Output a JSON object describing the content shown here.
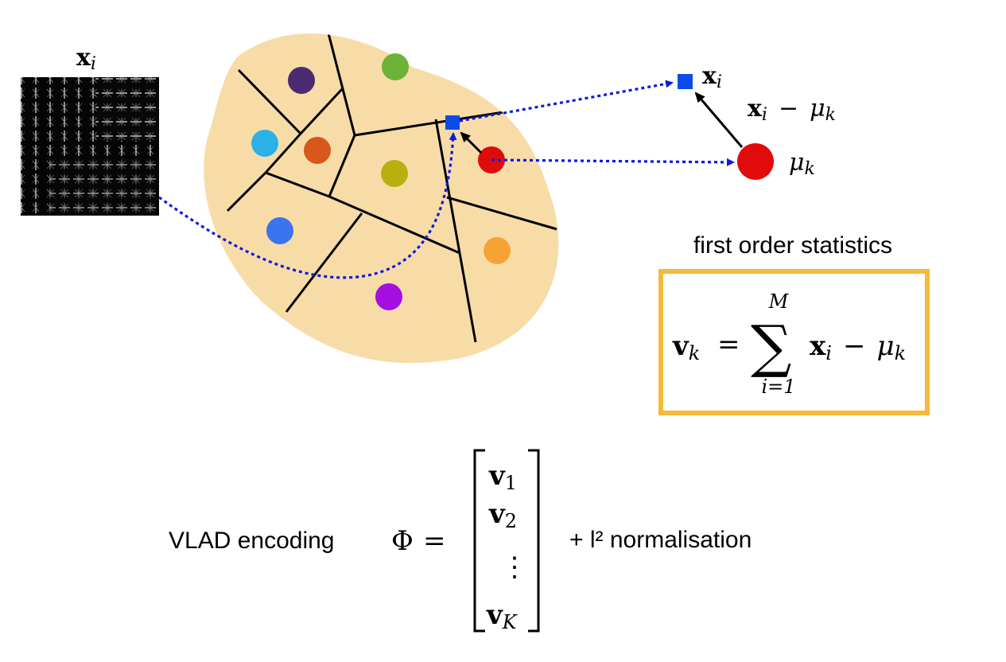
{
  "descriptor": {
    "label_var": "x",
    "label_sub": "i"
  },
  "clusters": [
    {
      "color": "#4b2a72"
    },
    {
      "color": "#6cb337"
    },
    {
      "color": "#2bb0e8"
    },
    {
      "color": "#d8571a"
    },
    {
      "color": "#b7b10f"
    },
    {
      "color": "#e00b0b"
    },
    {
      "color": "#3b74f0"
    },
    {
      "color": "#f7a234"
    },
    {
      "color": "#a60ee0"
    }
  ],
  "colors": {
    "region_fill": "#f8dca8",
    "dotted_arrow": "#1019e0",
    "point": "#0a4bea",
    "centroid": "#e00b0b",
    "box_border": "#f6b93a"
  },
  "residual": {
    "x_label": "x",
    "x_sub": "i",
    "diff_x": "x",
    "diff_x_sub": "i",
    "diff_minus": "−",
    "diff_mu": "μ",
    "diff_mu_sub": "k",
    "mu_label": "μ",
    "mu_sub": "k"
  },
  "first_order": {
    "title": "first order statistics",
    "lhs_var": "v",
    "lhs_sub": "k",
    "equals": "=",
    "sum_upper": "M",
    "sum_lower": "i=1",
    "rhs_x": "x",
    "rhs_x_sub": "i",
    "rhs_minus": "−",
    "rhs_mu": "μ",
    "rhs_mu_sub": "k"
  },
  "vlad": {
    "label": "VLAD encoding",
    "phi": "Φ",
    "equals": "=",
    "vector": [
      {
        "var": "v",
        "sub": "1"
      },
      {
        "var": "v",
        "sub": "2"
      },
      {
        "var": "⋮",
        "sub": ""
      },
      {
        "var": "v",
        "sub": "K"
      }
    ],
    "normalisation": "+ l² normalisation"
  }
}
